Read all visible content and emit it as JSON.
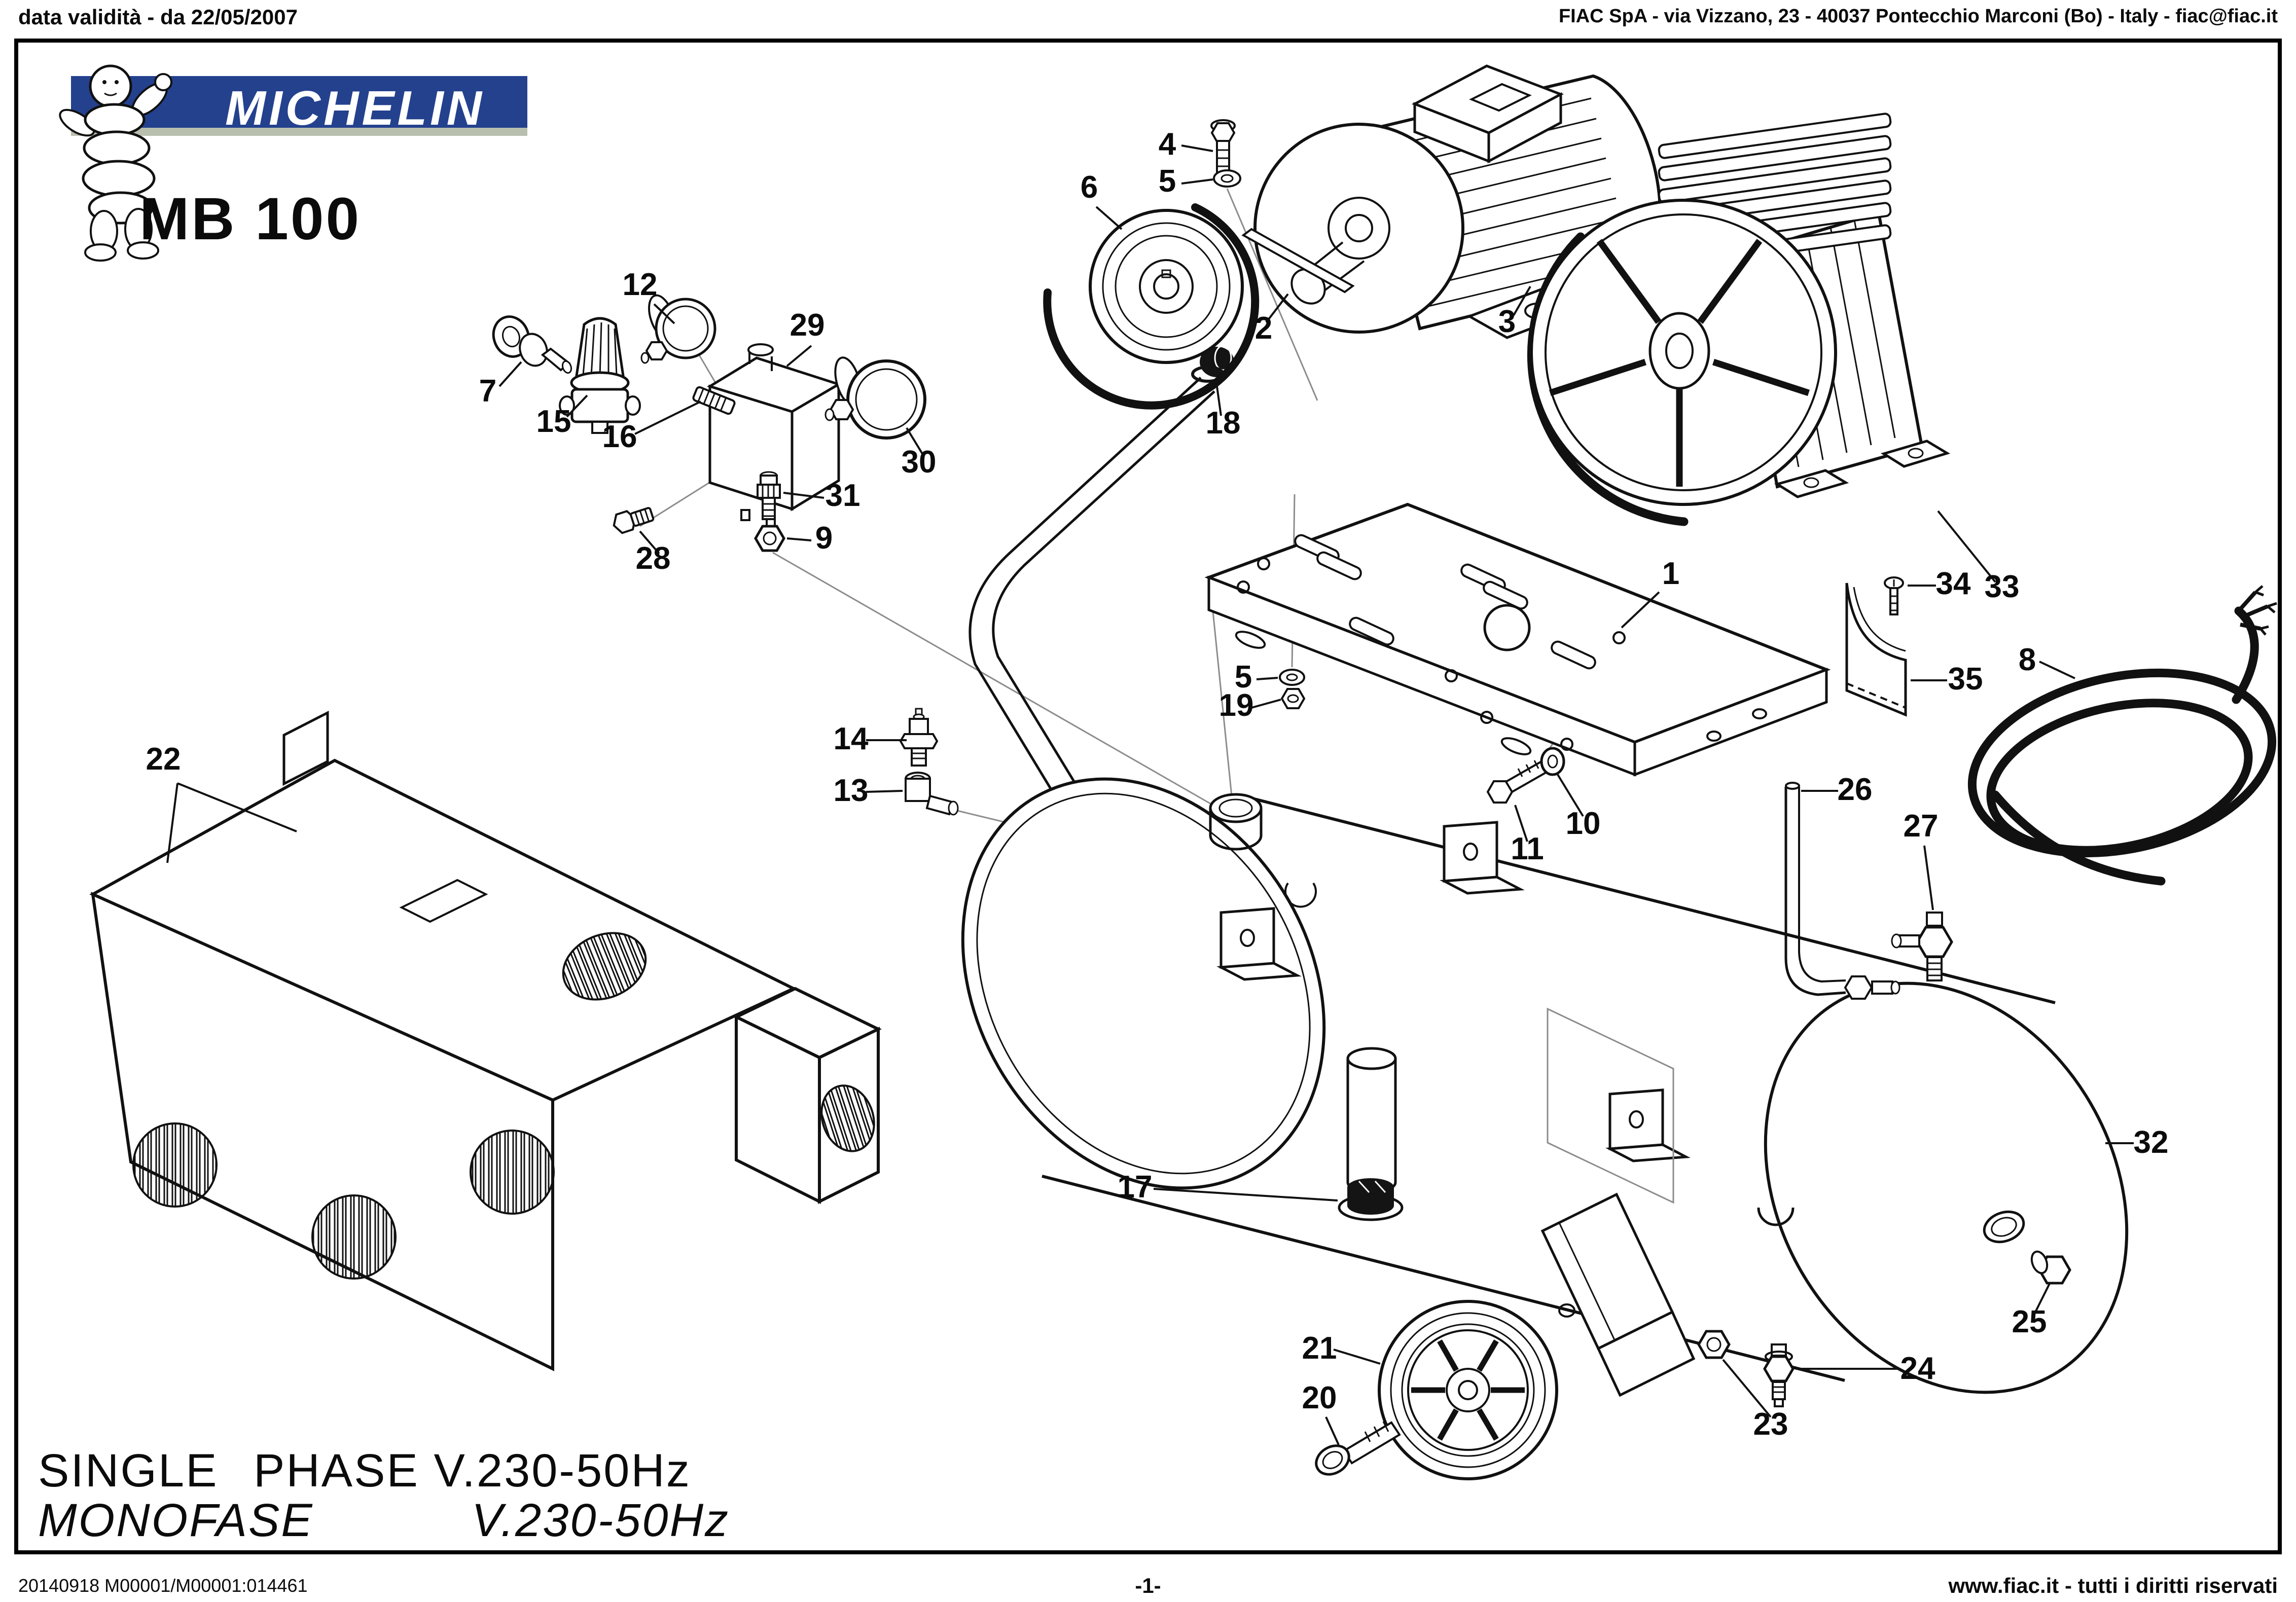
{
  "header": {
    "left": "data validità - da 22/05/2007",
    "right": "FIAC SpA - via Vizzano, 23 - 40037 Pontecchio Marconi (Bo) - Italy - fiac@fiac.it"
  },
  "logo": {
    "brand": "MICHELIN",
    "model": "MB 100"
  },
  "spec": {
    "line1_a": "SINGLE",
    "line1_b": "PHASE V.230-50Hz",
    "line2_a": "MONOFASE",
    "line2_b": "V.230-50Hz"
  },
  "footer": {
    "left": "20140918 M00001/M00001:014461",
    "center": "-1-",
    "right": "www.fiac.it - tutti i diritti riservati"
  },
  "colors": {
    "michelin_blue": "#24418e",
    "banner_strip": "#b9bfae",
    "ink": "#111111"
  },
  "diagram": {
    "labels": [
      "4",
      "5",
      "6",
      "2",
      "3",
      "33",
      "34",
      "35",
      "8",
      "1",
      "12",
      "29",
      "7",
      "15",
      "16",
      "30",
      "31",
      "28",
      "9",
      "18",
      "5",
      "19",
      "14",
      "13",
      "22",
      "10",
      "11",
      "26",
      "27",
      "32",
      "17",
      "21",
      "20",
      "23",
      "24",
      "25"
    ]
  }
}
